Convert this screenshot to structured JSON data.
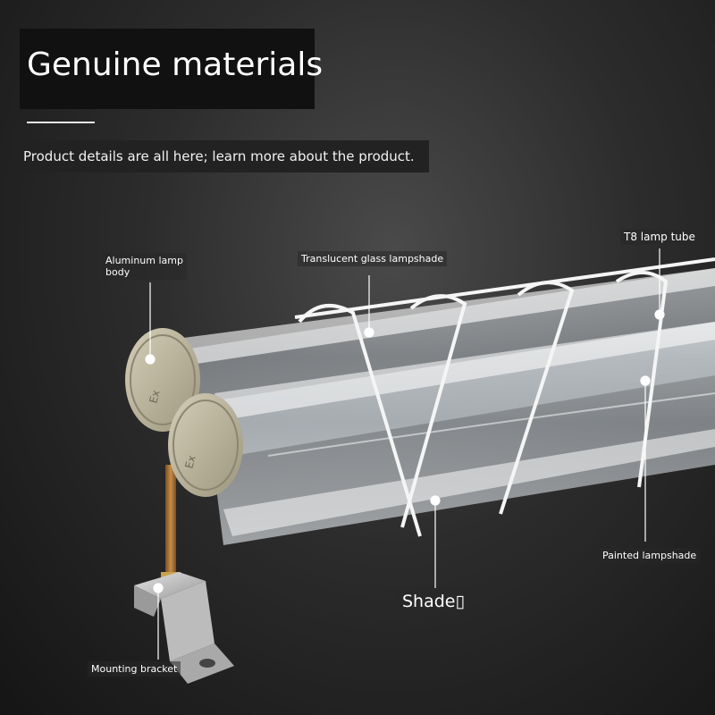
{
  "header": {
    "title": "Genuine materials",
    "subtitle": "Product details are all here; learn more about the product."
  },
  "callouts": {
    "aluminum_body_line1": "Aluminum lamp",
    "aluminum_body_line2": "body",
    "glass_shade": "Translucent glass lampshade",
    "t8_tube": "T8 lamp tube",
    "painted_shade": "Painted lampshade",
    "shade": "Shade▯",
    "bracket": "Mounting bracket"
  },
  "icons": {
    "end_cap_marking": "Ex"
  },
  "colors": {
    "background": "#2c2c2c",
    "end_cap": "#bdb6a0",
    "wire_guard": "#f4f4f4",
    "rod": "#a8743a",
    "bracket": "#c8c8c8"
  }
}
